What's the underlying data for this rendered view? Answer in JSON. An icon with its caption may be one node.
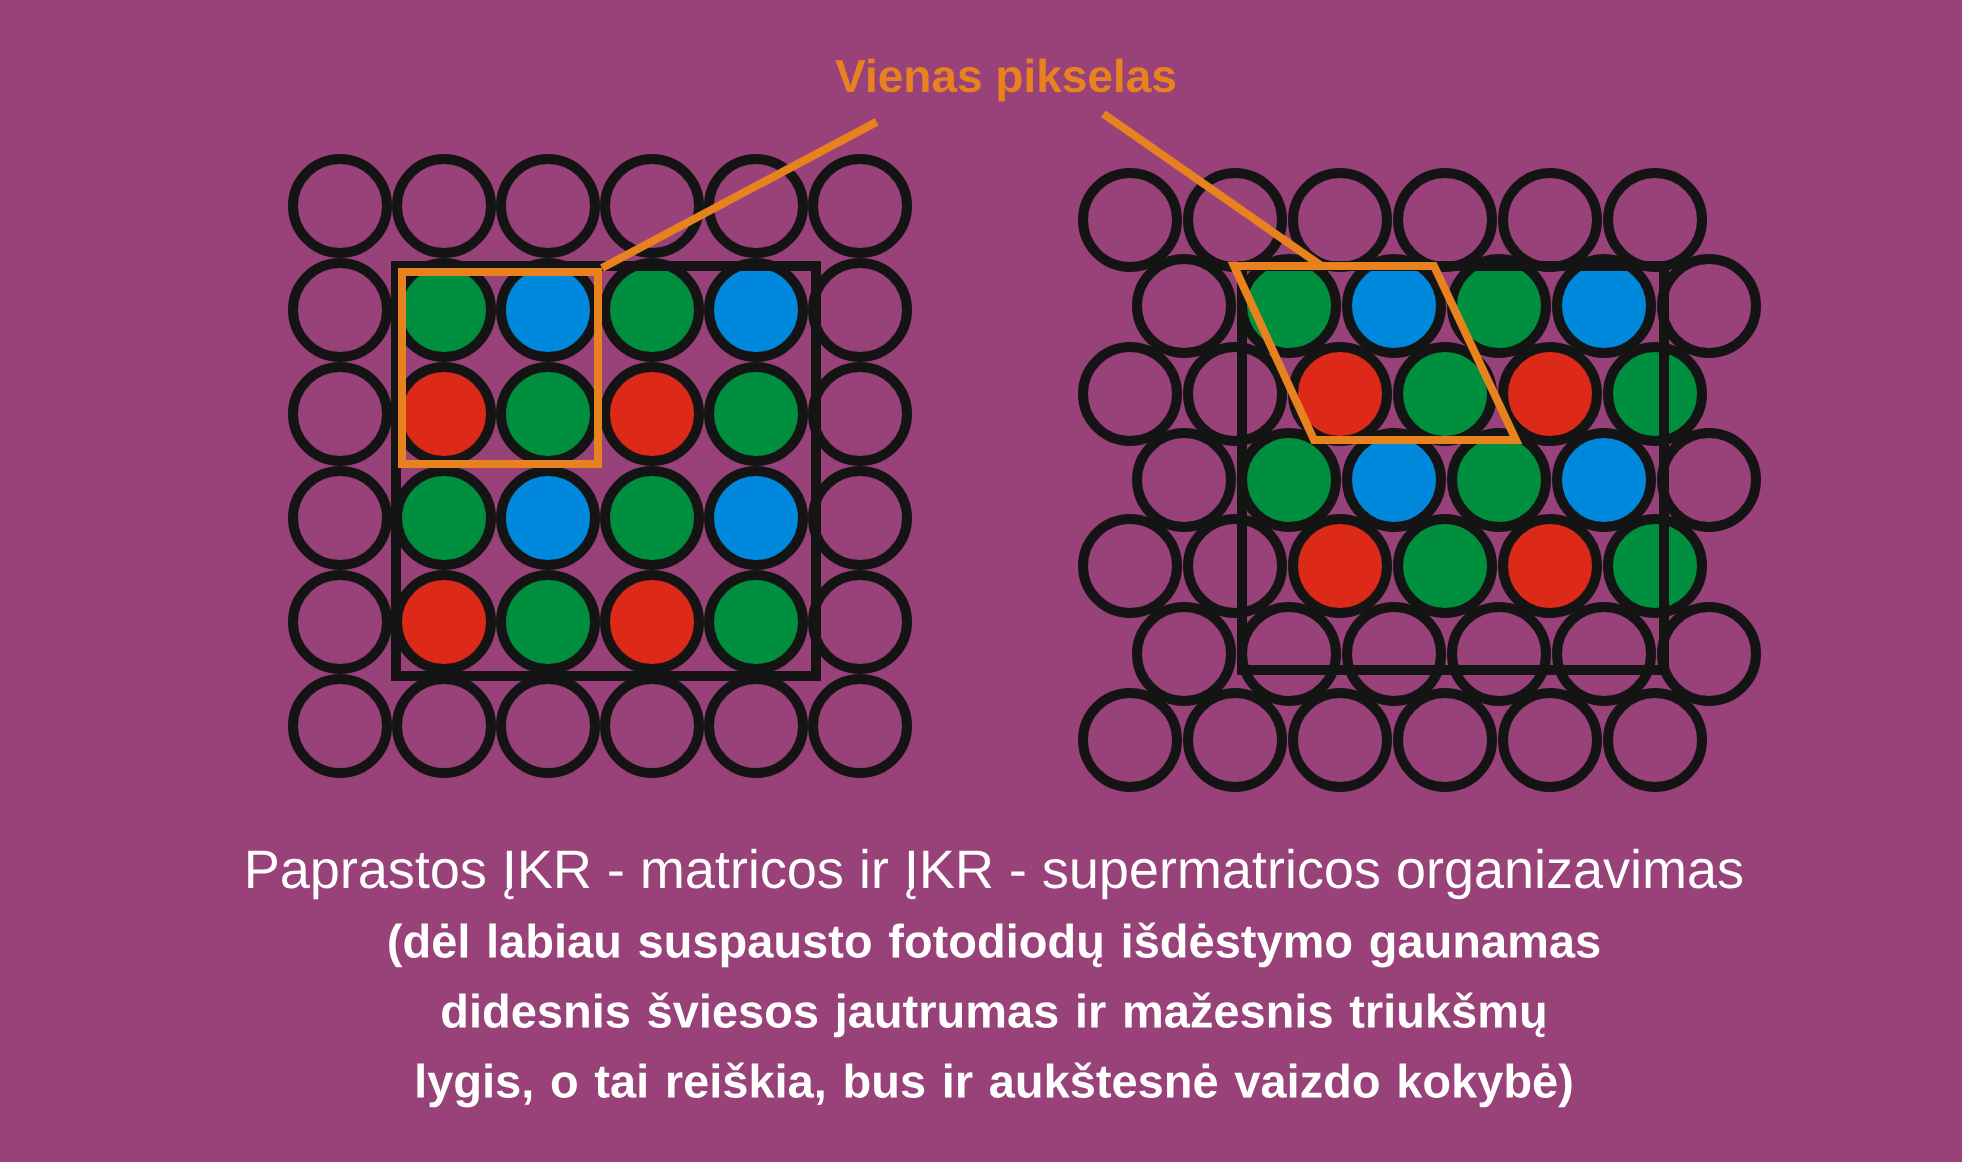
{
  "diagram": {
    "caption": "Paprastos ĮKR - matricos ir ĮKR - supermatricos organizavimas",
    "nodes": [
      {
        "text": [
          "Vienas pikselas"
        ]
      },
      {
        "text": [],
        "shape": "box"
      },
      {
        "text": [],
        "shape": "diamond"
      }
    ],
    "edges": [
      {
        "from": 0,
        "to": 1,
        "arrow": "none"
      },
      {
        "from": 0,
        "to": 2,
        "arrow": "none"
      }
    ],
    "labels": [
      "(dėl labiau suspausto fotodiodų išdėstymo gaunamas didesnis šviesos jautrumas ir mažesnis triukšmų lygis, o tai reiškia, bus ir aukštesnė vaizdo kokybė)"
    ]
  }
}
